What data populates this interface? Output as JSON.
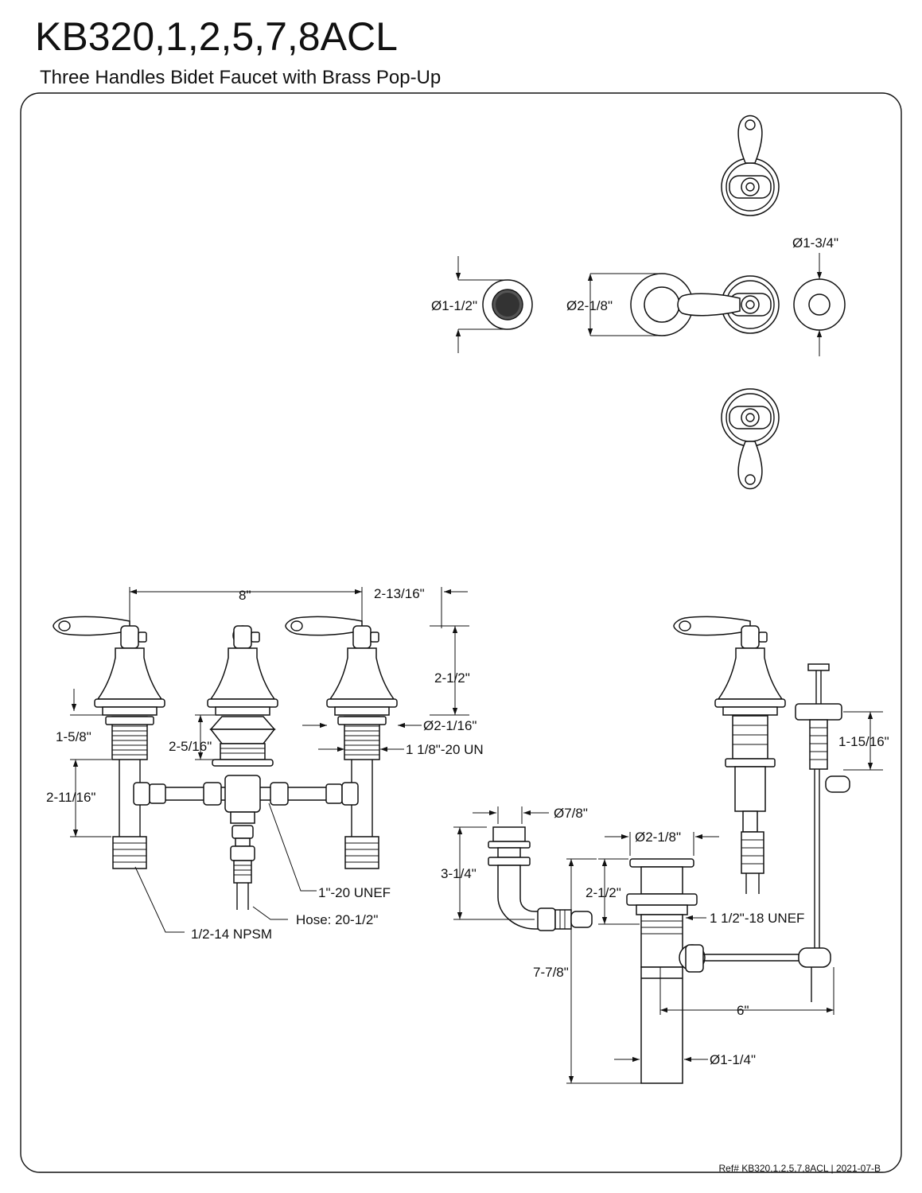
{
  "header": {
    "model": "KB320,1,2,5,7,8ACL",
    "description": "Three Handles Bidet Faucet with Brass Pop-Up"
  },
  "footer": {
    "reference": "Ref# KB320,1,2,5,7,8ACL | 2021-07-B"
  },
  "dimensions": {
    "aerator_dia": "Ø1-1/2\"",
    "escutcheon_dia": "Ø2-1/8\"",
    "flange_dia": "Ø1-3/4\"",
    "spread": "8\"",
    "handle_reach": "2-13/16\"",
    "handle_height": "2-1/2\"",
    "base_dia": "Ø2-1/16\"",
    "shank_thread": "1 1/8\"-20 UN",
    "base_height": "1-5/8\"",
    "spout_base": "2-5/16\"",
    "shank_length": "2-11/16\"",
    "tee_thread": "1\"-20 UNEF",
    "hose": "Hose: 20-1/2\"",
    "supply_thread": "1/2-14 NPSM",
    "lift_height": "1-15/16\"",
    "spray_dia": "Ø7/8\"",
    "spray_height": "3-1/4\"",
    "drain_flange_dia": "Ø2-1/8\"",
    "drain_upper": "2-1/2\"",
    "drain_thread": "1 1/2\"-18 UNEF",
    "drain_total": "7-7/8\"",
    "rod_length": "6\"",
    "tailpiece_dia": "Ø1-1/4\""
  }
}
